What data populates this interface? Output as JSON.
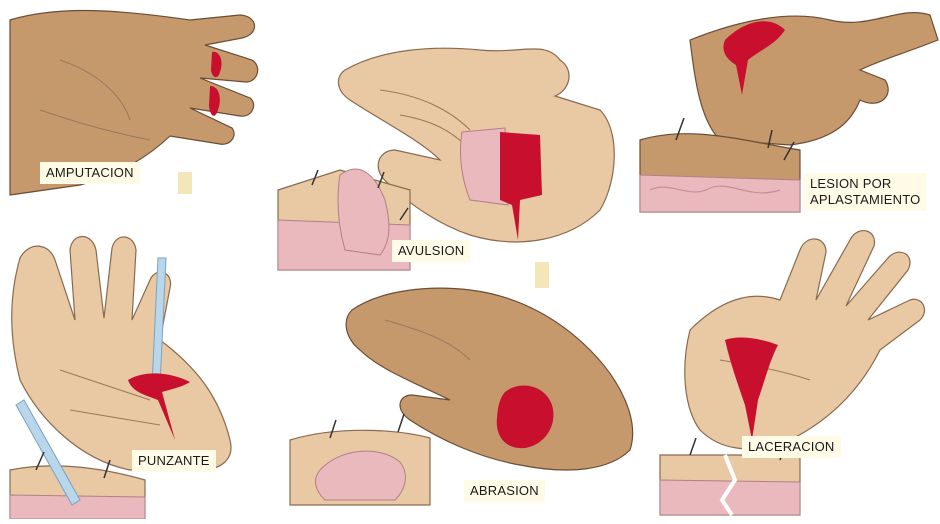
{
  "labels": {
    "amputacion": "AMPUTACION",
    "avulsion": "AVULSION",
    "aplastamiento": "LESION POR\nAPLASTAMIENTO",
    "punzante": "PUNZANTE",
    "abrasion": "ABRASION",
    "laceracion": "LACERACION"
  },
  "colors": {
    "skin": "#e8c9a3",
    "skin_dark": "#c6996d",
    "tissue": "#e9b9be",
    "blood": "#c8102e",
    "label_bg": "#fffbe6"
  }
}
